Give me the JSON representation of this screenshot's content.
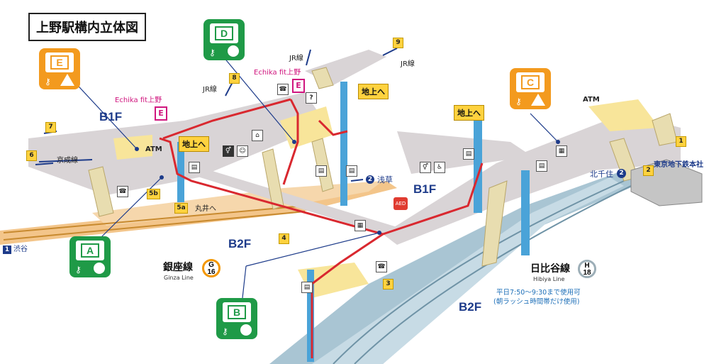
{
  "title": "上野駅構内立体図",
  "floors": {
    "b1f_left": "B1F",
    "b1f_right": "B1F",
    "b2f_left": "B2F",
    "b2f_right": "B2F"
  },
  "facilities": {
    "echika_1": "Echika fit上野",
    "echika_2": "Echika fit上野",
    "atm": "ATM",
    "jr": "JR線",
    "keisei": "京成線",
    "marui": "丸井へ",
    "aed": "AED"
  },
  "directions": {
    "shibuya": "渋谷",
    "asakusa": "浅草",
    "kitasenju": "北千住",
    "tokyo_metro": "東京地下鉄本社",
    "shibuya_num": "1",
    "asakusa_num": "2",
    "kitasenju_num": "2"
  },
  "up_label": "地上へ",
  "exits": [
    "1",
    "2",
    "3",
    "4",
    "5a",
    "5b",
    "6",
    "7",
    "8",
    "9"
  ],
  "elevators": {
    "a": "A",
    "b": "B",
    "c": "C",
    "d": "D",
    "e": "E"
  },
  "lines": {
    "ginza": {
      "name": "銀座線",
      "en": "Ginza Line",
      "letter": "G",
      "number": "16",
      "color": "#f39700"
    },
    "hibiya": {
      "name": "日比谷線",
      "en": "Hibiya Line",
      "letter": "H",
      "number": "18",
      "color": "#9caeb7"
    }
  },
  "note": {
    "line1": "平日7:50～9:30まで使用可",
    "line2": "(朝ラッシュ時間帯だけ使用)"
  }
}
